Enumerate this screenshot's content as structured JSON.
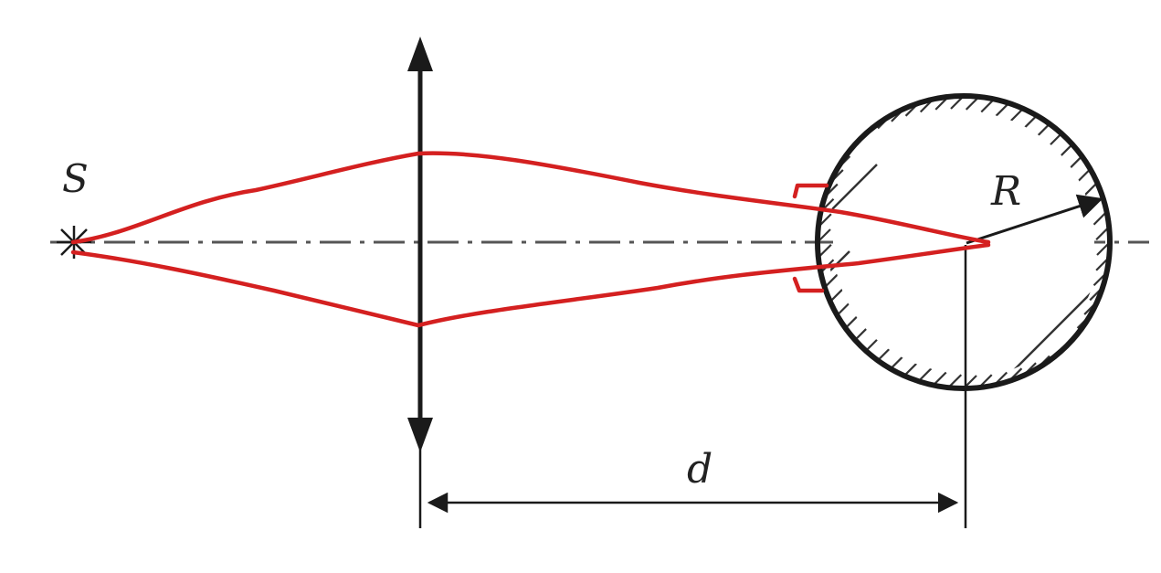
{
  "labels": {
    "source": "S",
    "radius": "R",
    "distance": "d"
  },
  "colors": {
    "ink": "#1a1a1a",
    "axis": "#555555",
    "ray": "#d42020",
    "hatch": "#333333"
  }
}
